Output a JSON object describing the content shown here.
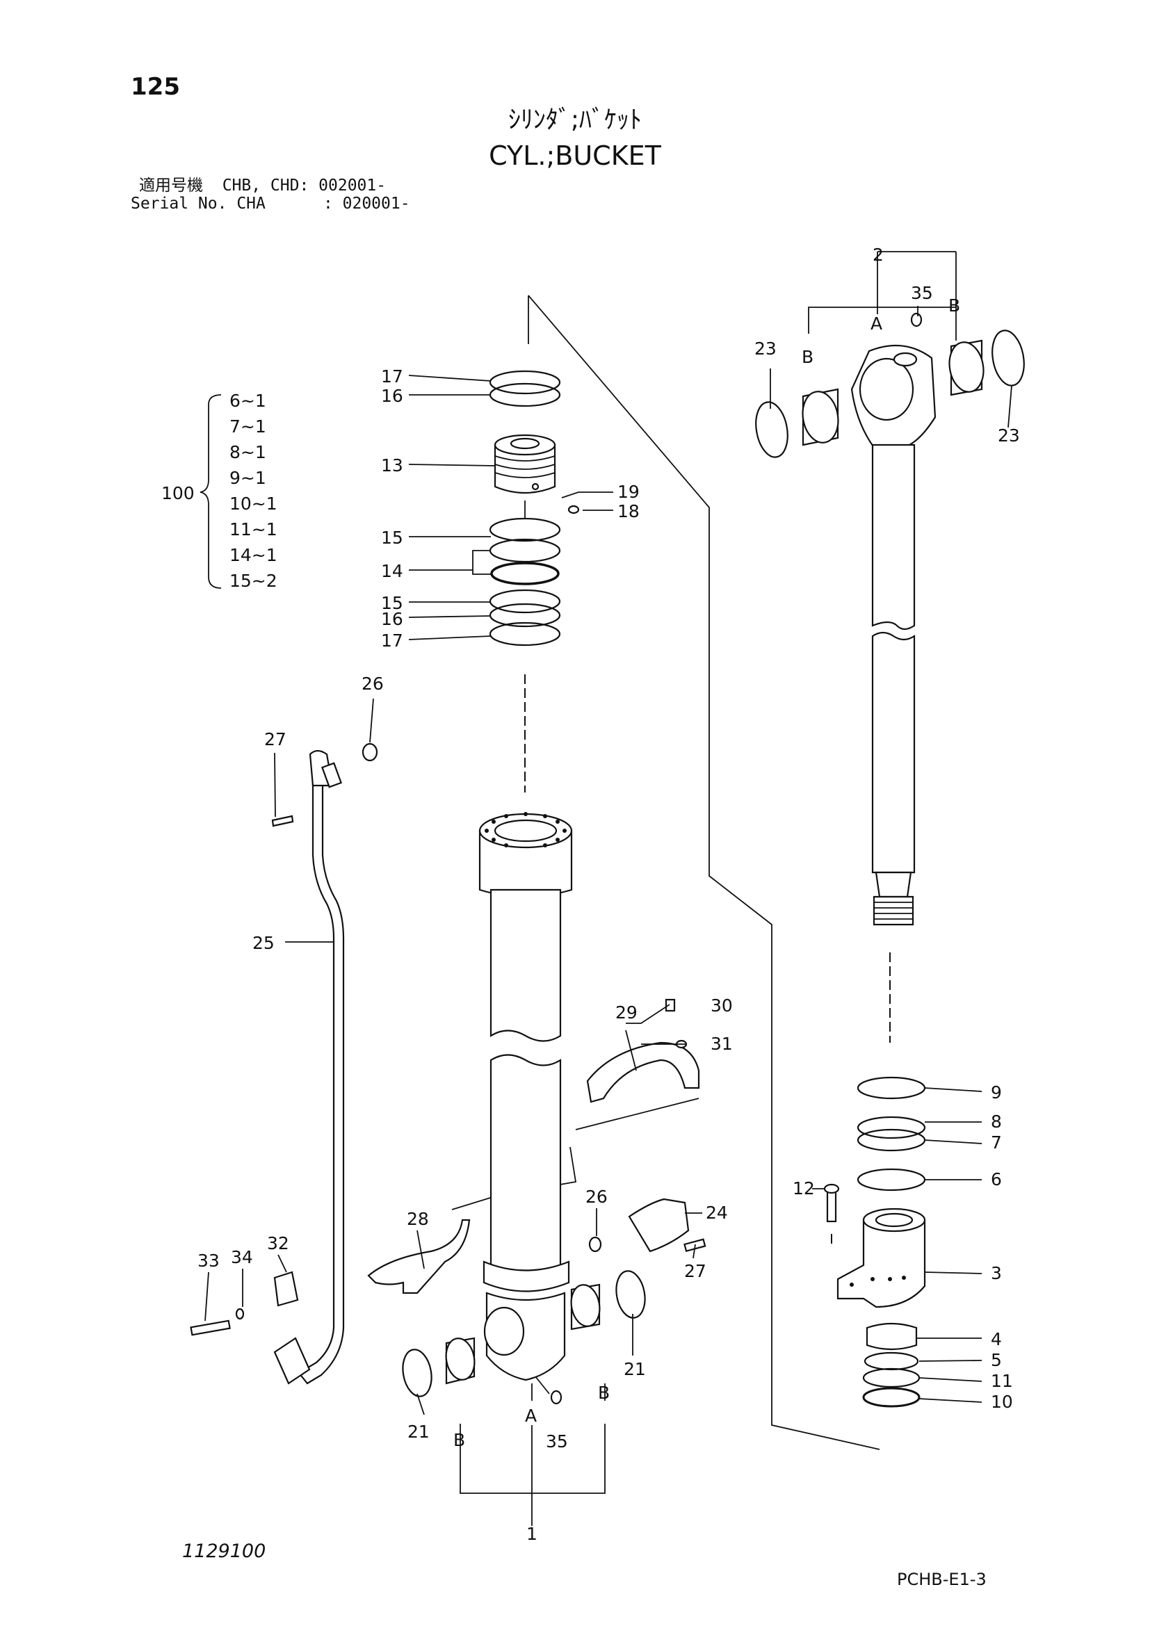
{
  "header": {
    "page_number": "125",
    "title_jp": "ｼﾘﾝﾀﾞ;ﾊﾞｹｯﾄ",
    "title_en": "CYL.;BUCKET",
    "serial_line1": "適用号機  CHB, CHD: 002001-",
    "serial_line2": "Serial No. CHA      : 020001-"
  },
  "kit": {
    "number": "100",
    "items": [
      "6~1",
      "7~1",
      "8~1",
      "9~1",
      "10~1",
      "11~1",
      "14~1",
      "15~2"
    ]
  },
  "callouts": {
    "c1": "1",
    "c2": "2",
    "c3": "3",
    "c4": "4",
    "c5": "5",
    "c6": "6",
    "c7": "7",
    "c8": "8",
    "c9": "9",
    "c10": "10",
    "c11": "11",
    "c12": "12",
    "c13": "13",
    "c14": "14",
    "c15a": "15",
    "c15b": "15",
    "c16a": "16",
    "c16b": "16",
    "c17a": "17",
    "c17b": "17",
    "c18": "18",
    "c19": "19",
    "c21a": "21",
    "c21b": "21",
    "c23a": "23",
    "c23b": "23",
    "c24": "24",
    "c25": "25",
    "c26a": "26",
    "c26b": "26",
    "c27a": "27",
    "c27b": "27",
    "c28": "28",
    "c29": "29",
    "c30": "30",
    "c31": "31",
    "c32": "32",
    "c33": "33",
    "c34": "34",
    "c35a": "35",
    "c35b": "35",
    "a_top": "A",
    "b_top_left": "B",
    "b_top_right": "B",
    "a_bot": "A",
    "b_bot_left": "B",
    "b_bot_right": "B"
  },
  "footer": {
    "drawing_number": "1129100",
    "page_code": "PCHB-E1-3"
  }
}
